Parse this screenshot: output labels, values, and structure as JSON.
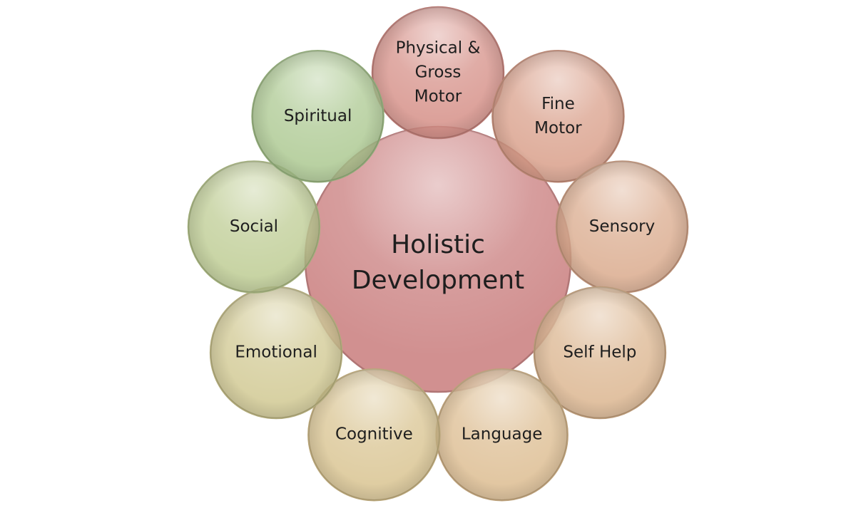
{
  "center": {
    "lines": [
      "Holistic",
      "Development"
    ],
    "color": "#cf8a8a"
  },
  "nodes": [
    {
      "lines": [
        "Physical &",
        "Gross",
        "Motor"
      ],
      "color": "#d48c84"
    },
    {
      "lines": [
        "Fine",
        "Motor"
      ],
      "color": "#d89c86"
    },
    {
      "lines": [
        "Sensory"
      ],
      "color": "#d9a88a"
    },
    {
      "lines": [
        "Self Help"
      ],
      "color": "#dab38c"
    },
    {
      "lines": [
        "Language"
      ],
      "color": "#dcbb8e"
    },
    {
      "lines": [
        "Cognitive"
      ],
      "color": "#d8c28e"
    },
    {
      "lines": [
        "Emotional"
      ],
      "color": "#cfc78f"
    },
    {
      "lines": [
        "Social"
      ],
      "color": "#bccb90"
    },
    {
      "lines": [
        "Spiritual"
      ],
      "color": "#a9c78d"
    }
  ]
}
